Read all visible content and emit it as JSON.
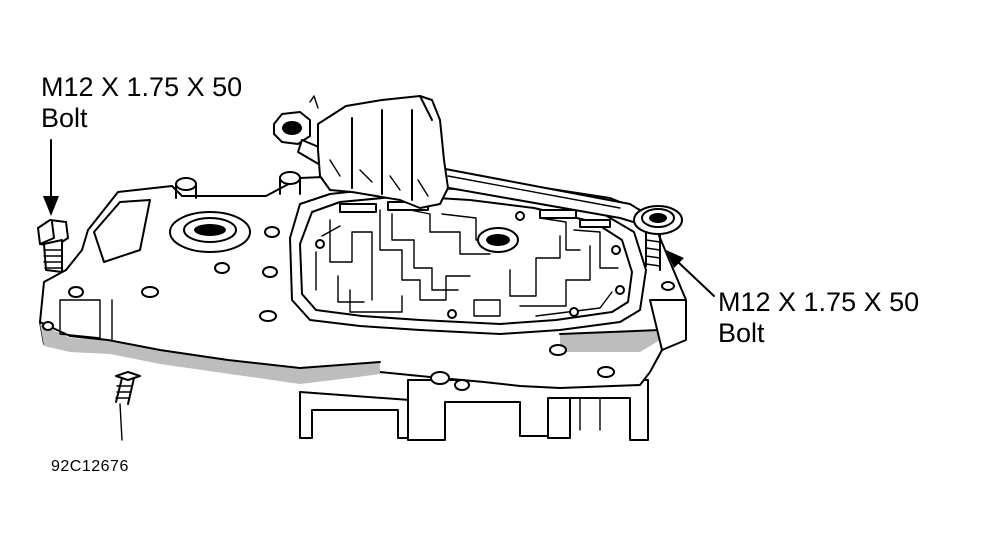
{
  "callouts": {
    "left": {
      "line1": "M12 X 1.75 X 50",
      "line2": "Bolt"
    },
    "right": {
      "line1": "M12 X 1.75 X 50",
      "line2": "Bolt"
    }
  },
  "figure_id": "92C12676"
}
